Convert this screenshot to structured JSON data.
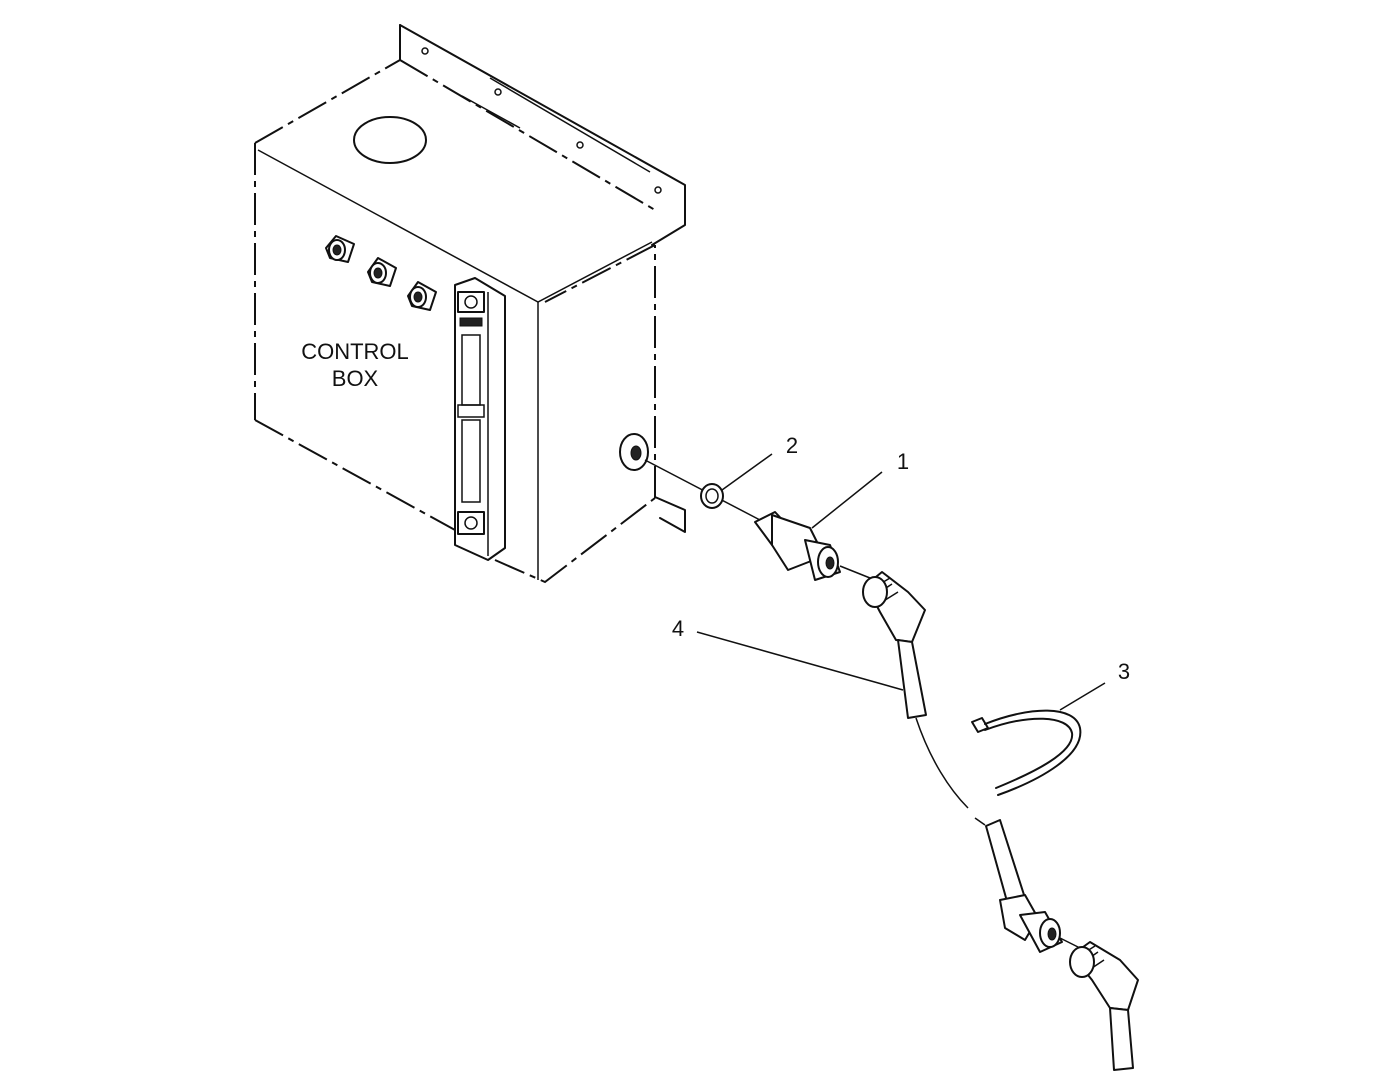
{
  "labels": {
    "control_box_line1": "CONTROL",
    "control_box_line2": "BOX"
  },
  "callouts": [
    {
      "id": "1"
    },
    {
      "id": "2"
    },
    {
      "id": "3"
    },
    {
      "id": "4"
    }
  ],
  "colors": {
    "line": "#111111",
    "background": "#ffffff"
  }
}
